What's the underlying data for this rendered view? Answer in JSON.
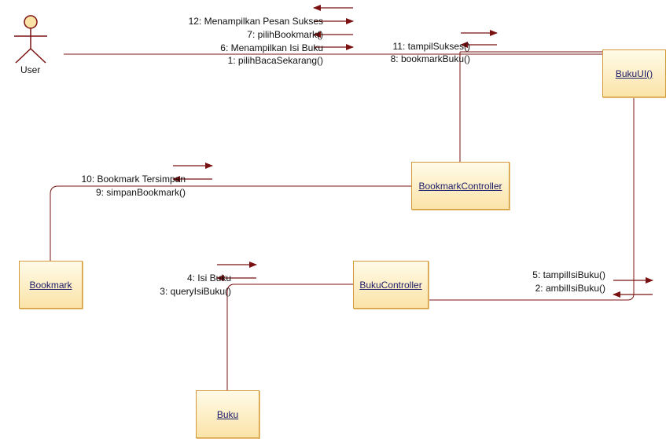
{
  "actor": {
    "name": "User"
  },
  "objects": {
    "bukuui": "BukuUI()",
    "bookmark_controller": "BookmarkController",
    "bookmark": "Bookmark",
    "buku_controller": "BukuController",
    "buku": "Buku"
  },
  "messages": {
    "m12": "12: Menampilkan Pesan Sukses",
    "m7": "7: pilihBookmark()",
    "m6": "6: Menampilkan Isi Buku",
    "m1": "1: pilihBacaSekarang()",
    "m11": "11: tampilSukses()",
    "m8": "8: bookmarkBuku()",
    "m10": "10: Bookmark Tersimpan",
    "m9": "9: simpanBookmark()",
    "m4": "4: Isi Buku",
    "m3": "3: queryIsiBuku()",
    "m5": "5: tampilIsiBuku()",
    "m2": "2: ambilIsiBuku()"
  },
  "colors": {
    "line": "#7a1010",
    "box_border": "#d49a3a",
    "box_top": "#fffbe8",
    "box_bottom": "#fbe3a8"
  }
}
